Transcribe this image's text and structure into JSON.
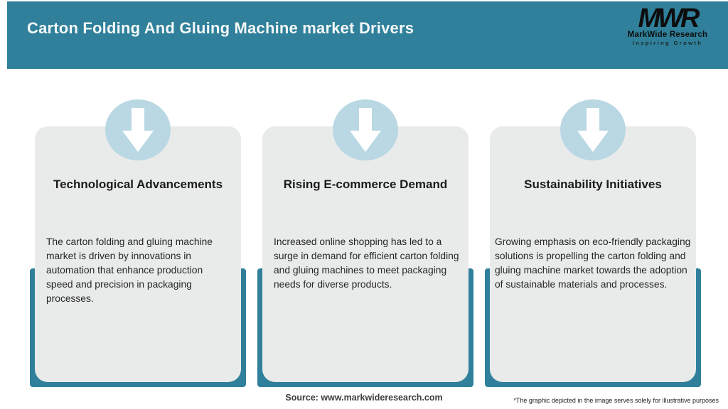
{
  "header": {
    "title": "Carton Folding And Gluing Machine market Drivers"
  },
  "logo": {
    "acronym": "MWR",
    "name": "MarkWide Research",
    "tagline": "Inspiring Growth"
  },
  "cards": [
    {
      "icon": "down-arrow-icon",
      "title": "Technological Advancements",
      "body": "The carton folding and gluing machine market is driven by innovations in automation that enhance production speed and precision in packaging processes."
    },
    {
      "icon": "down-arrow-icon",
      "title": "Rising E-commerce Demand",
      "body": "Increased online shopping has led to a surge in demand for efficient carton folding and gluing machines to meet packaging needs for diverse products."
    },
    {
      "icon": "down-arrow-icon",
      "title": "Sustainability Initiatives",
      "body": "Growing emphasis on eco-friendly packaging solutions is propelling the carton folding and gluing machine market towards the adoption of sustainable materials and processes."
    }
  ],
  "footer": {
    "source": "Source: www.markwideresearch.com",
    "disclaimer": "*The graphic depicted in the image serves solely for illustrative purposes"
  },
  "colors": {
    "teal": "#30809B",
    "circle_blue": "#B9D8E3",
    "card_gray": "#E9EBEA",
    "title_text": "#F3F7F7",
    "logo_black": "#0D0D0D"
  }
}
